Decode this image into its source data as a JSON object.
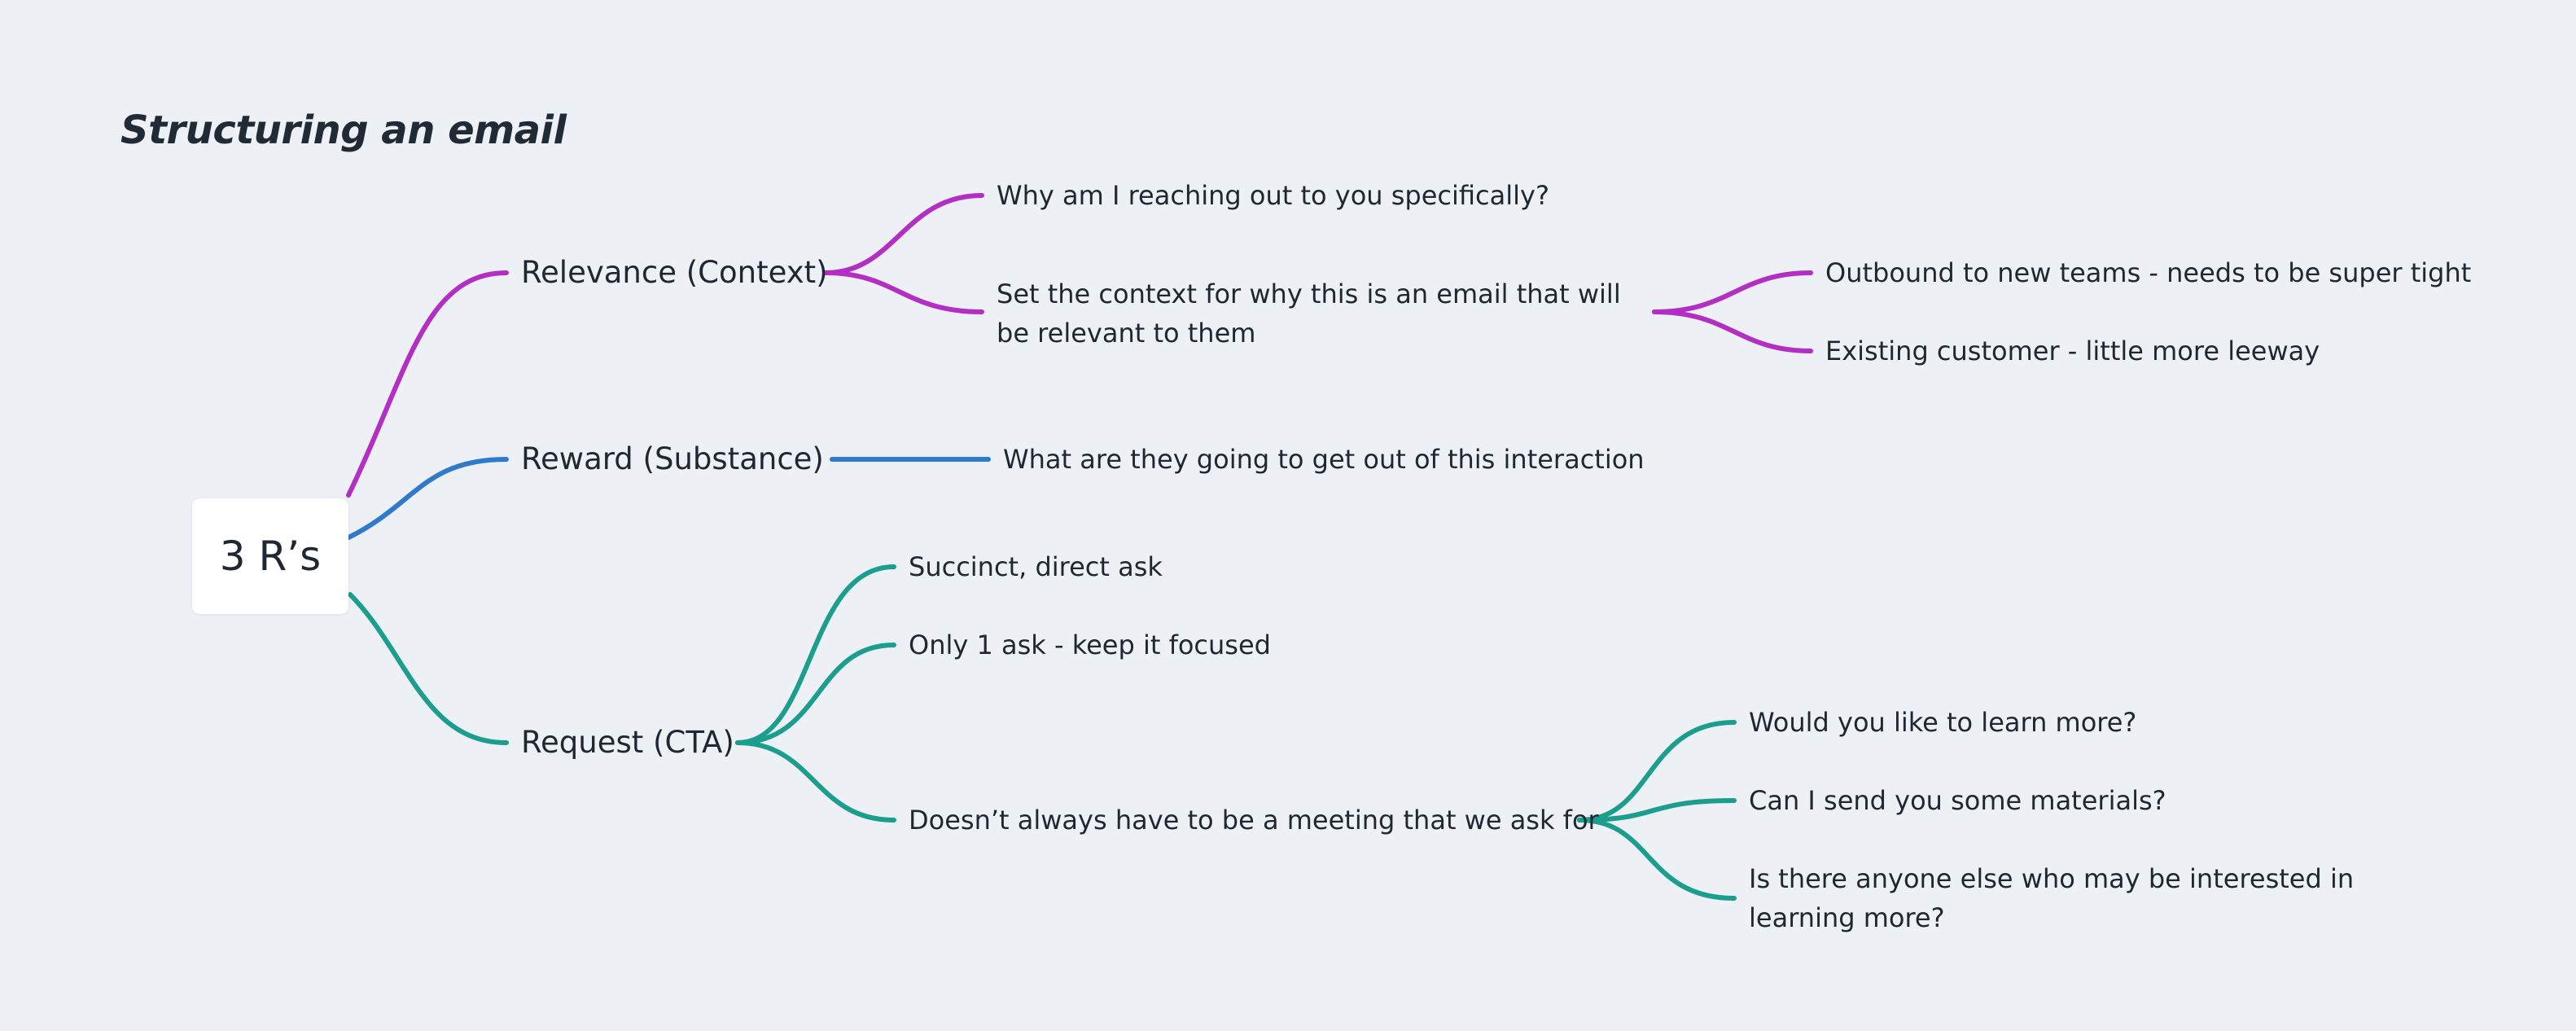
{
  "title": "Structuring an email",
  "colors": {
    "relevance": "#b32fc4",
    "reward": "#2f7acb",
    "request": "#1c9e8e",
    "background": "#edf0f5"
  },
  "mindmap": {
    "root": "3 R’s",
    "relevance": {
      "label": "Relevance (Context)",
      "why": "Why am I reaching out to you specifically?",
      "context": "Set the context for why this is an email that will be relevant to them",
      "outbound": "Outbound to new teams - needs to be super tight",
      "existing": "Existing customer - little more leeway"
    },
    "reward": {
      "label": "Reward (Substance)",
      "what": "What are they going to get out of this interaction"
    },
    "request": {
      "label": "Request (CTA)",
      "succinct": "Succinct, direct ask",
      "one_ask": "Only 1 ask - keep it focused",
      "not_meeting": "Doesn’t always have to be a meeting that we ask for",
      "learn_more": "Would you like to learn more?",
      "materials": "Can I send you some materials?",
      "anyone_else": "Is there anyone else who may be interested in learning more?"
    }
  }
}
